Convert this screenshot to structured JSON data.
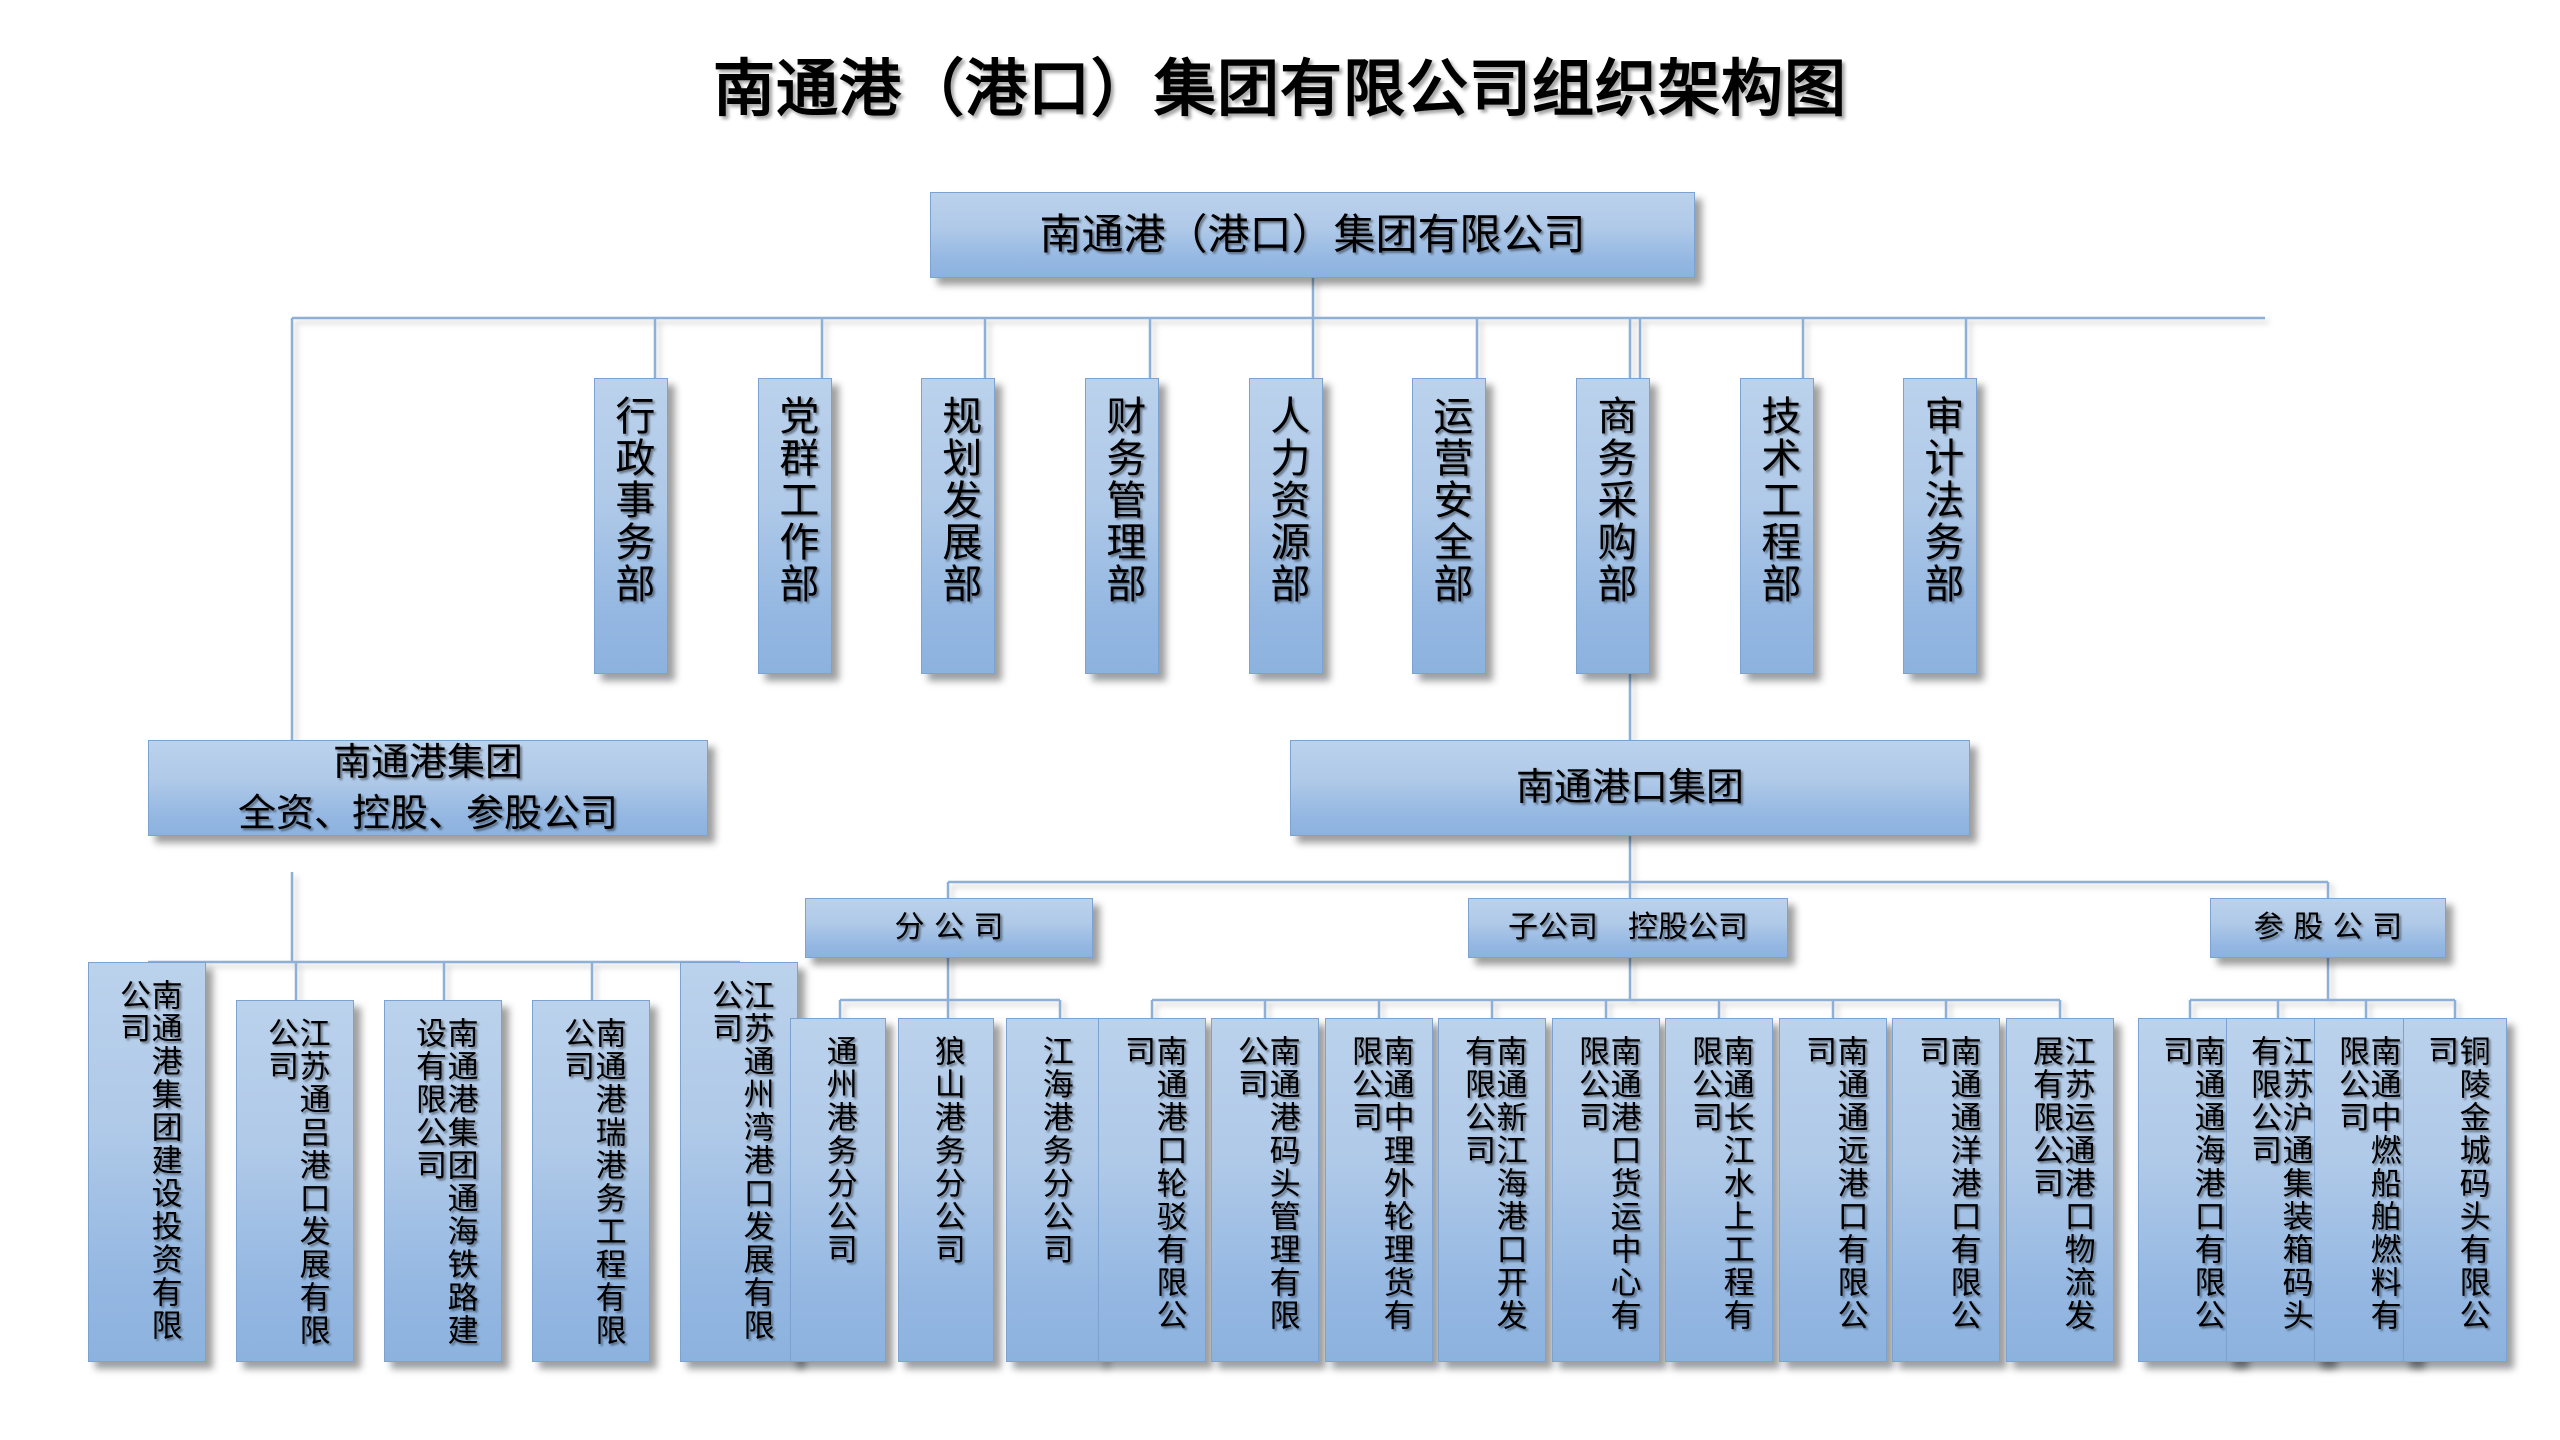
{
  "title": "南通港（港口）集团有限公司组织架构图",
  "root": {
    "label": "南通港（港口）集团有限公司"
  },
  "departments": [
    {
      "label": "行政事务部"
    },
    {
      "label": "党群工作部"
    },
    {
      "label": "规划发展部"
    },
    {
      "label": "财务管理部"
    },
    {
      "label": "人力资源部"
    },
    {
      "label": "运营安全部"
    },
    {
      "label": "商务采购部"
    },
    {
      "label": "技术工程部"
    },
    {
      "label": "审计法务部"
    }
  ],
  "groups": [
    {
      "label": "南通港集团\n全资、控股、参股公司",
      "line1": "南通港集团",
      "line2": "全资、控股、参股公司"
    },
    {
      "label": "南通港口集团"
    }
  ],
  "categories": [
    {
      "label": "分 公 司"
    },
    {
      "label": "子公司　控股公司"
    },
    {
      "label": "参 股 公 司"
    }
  ],
  "ntg_companies": [
    {
      "label": "南通港集团建设投资有限公司"
    },
    {
      "label": "江苏通吕港口发展有限公司"
    },
    {
      "label": "南通港集团通海铁路建设有限公司"
    },
    {
      "label": "南通港瑞港务工程有限公司"
    },
    {
      "label": "江苏通州湾港口发展有限公司"
    }
  ],
  "branch_companies": [
    {
      "label": "通州港务分公司"
    },
    {
      "label": "狼山港务分公司"
    },
    {
      "label": "江海港务分公司"
    }
  ],
  "subsidiary_companies": [
    {
      "label": "南通港口轮驳有限公司"
    },
    {
      "label": "南通港码头管理有限公司"
    },
    {
      "label": "南通中理外轮理货有限公司"
    },
    {
      "label": "南通新江海港口开发有限公司"
    },
    {
      "label": "南通港口货运中心有限公司"
    },
    {
      "label": "南通长江水上工程有限公司"
    },
    {
      "label": "南通通远港口有限公司"
    },
    {
      "label": "南通通洋港口有限公司"
    },
    {
      "label": "江苏运通港口物流发展有限公司"
    }
  ],
  "equity_companies": [
    {
      "label": "南通通海港口有限公司"
    },
    {
      "label": "江苏沪通集装箱码头有限公司"
    },
    {
      "label": "南通中燃船舶燃料有限公司"
    },
    {
      "label": "铜陵金城码头有限公司"
    }
  ],
  "colors": {
    "box_fill_top": "#bbd2ec",
    "box_fill_bottom": "#8cb2de",
    "box_border": "#7ba2d0",
    "connector": "#8fb0d6",
    "text": "#000000",
    "background": "#ffffff"
  }
}
